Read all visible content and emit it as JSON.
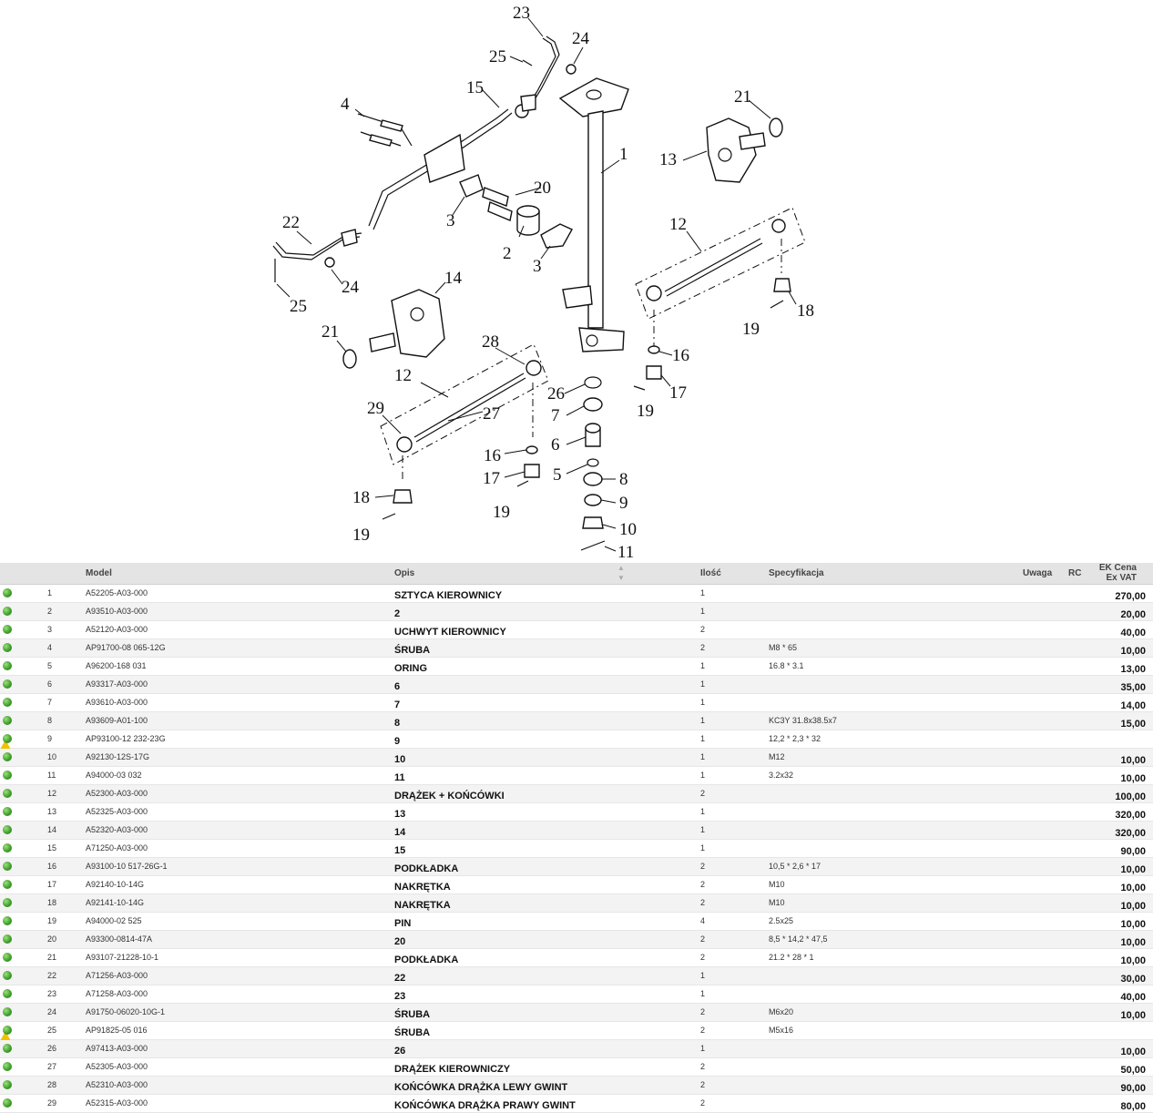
{
  "diagram": {
    "callouts": [
      "1",
      "2",
      "3",
      "3",
      "4",
      "5",
      "6",
      "7",
      "8",
      "9",
      "10",
      "11",
      "12",
      "12",
      "13",
      "14",
      "15",
      "16",
      "16",
      "17",
      "17",
      "18",
      "18",
      "19",
      "19",
      "19",
      "19",
      "20",
      "21",
      "21",
      "22",
      "23",
      "24",
      "24",
      "25",
      "25",
      "26",
      "27",
      "28",
      "29"
    ]
  },
  "table": {
    "headers": {
      "model": "Model",
      "opis": "Opis",
      "ilosc": "Ilość",
      "spec": "Specyfikacja",
      "uwaga": "Uwaga",
      "rc": "RC",
      "price_line1": "EK Cena",
      "price_line2": "Ex VAT"
    },
    "rows": [
      {
        "num": "1",
        "model": "A52205-A03-000",
        "opis": "SZTYCA KIEROWNICY",
        "ilosc": "1",
        "spec": "",
        "price": "270,00"
      },
      {
        "num": "2",
        "model": "A93510-A03-000",
        "opis": "2",
        "ilosc": "1",
        "spec": "",
        "price": "20,00"
      },
      {
        "num": "3",
        "model": "A52120-A03-000",
        "opis": "UCHWYT KIEROWNICY",
        "ilosc": "2",
        "spec": "",
        "price": "40,00"
      },
      {
        "num": "4",
        "model": "AP91700-08 065-12G",
        "opis": "ŚRUBA",
        "ilosc": "2",
        "spec": "M8 * 65",
        "price": "10,00"
      },
      {
        "num": "5",
        "model": "A96200-168 031",
        "opis": "ORING",
        "ilosc": "1",
        "spec": "16.8 * 3.1",
        "price": "13,00"
      },
      {
        "num": "6",
        "model": "A93317-A03-000",
        "opis": "6",
        "ilosc": "1",
        "spec": "",
        "price": "35,00"
      },
      {
        "num": "7",
        "model": "A93610-A03-000",
        "opis": "7",
        "ilosc": "1",
        "spec": "",
        "price": "14,00"
      },
      {
        "num": "8",
        "model": "A93609-A01-100",
        "opis": "8",
        "ilosc": "1",
        "spec": "KC3Y 31.8x38.5x7",
        "price": "15,00"
      },
      {
        "num": "9",
        "model": "AP93100-12 232-23G",
        "opis": "9",
        "ilosc": "1",
        "spec": "12,2 * 2,3 * 32",
        "price": "",
        "warn": true
      },
      {
        "num": "10",
        "model": "A92130-12S-17G",
        "opis": "10",
        "ilosc": "1",
        "spec": "M12",
        "price": "10,00"
      },
      {
        "num": "11",
        "model": "A94000-03 032",
        "opis": "11",
        "ilosc": "1",
        "spec": "3.2x32",
        "price": "10,00"
      },
      {
        "num": "12",
        "model": "A52300-A03-000",
        "opis": "DRĄŻEK + KOŃCÓWKI",
        "ilosc": "2",
        "spec": "",
        "price": "100,00"
      },
      {
        "num": "13",
        "model": "A52325-A03-000",
        "opis": "13",
        "ilosc": "1",
        "spec": "",
        "price": "320,00"
      },
      {
        "num": "14",
        "model": "A52320-A03-000",
        "opis": "14",
        "ilosc": "1",
        "spec": "",
        "price": "320,00"
      },
      {
        "num": "15",
        "model": "A71250-A03-000",
        "opis": "15",
        "ilosc": "1",
        "spec": "",
        "price": "90,00"
      },
      {
        "num": "16",
        "model": "A93100-10 517-26G-1",
        "opis": "PODKŁADKA",
        "ilosc": "2",
        "spec": "10,5 * 2,6 * 17",
        "price": "10,00"
      },
      {
        "num": "17",
        "model": "A92140-10-14G",
        "opis": "NAKRĘTKA",
        "ilosc": "2",
        "spec": "M10",
        "price": "10,00"
      },
      {
        "num": "18",
        "model": "A92141-10-14G",
        "opis": "NAKRĘTKA",
        "ilosc": "2",
        "spec": "M10",
        "price": "10,00"
      },
      {
        "num": "19",
        "model": "A94000-02 525",
        "opis": "PIN",
        "ilosc": "4",
        "spec": "2.5x25",
        "price": "10,00"
      },
      {
        "num": "20",
        "model": "A93300-0814-47A",
        "opis": "20",
        "ilosc": "2",
        "spec": "8,5 * 14,2 * 47,5",
        "price": "10,00"
      },
      {
        "num": "21",
        "model": "A93107-21228-10-1",
        "opis": "PODKŁADKA",
        "ilosc": "2",
        "spec": "21.2 * 28 * 1",
        "price": "10,00"
      },
      {
        "num": "22",
        "model": "A71256-A03-000",
        "opis": "22",
        "ilosc": "1",
        "spec": "",
        "price": "30,00"
      },
      {
        "num": "23",
        "model": "A71258-A03-000",
        "opis": "23",
        "ilosc": "1",
        "spec": "",
        "price": "40,00"
      },
      {
        "num": "24",
        "model": "A91750-06020-10G-1",
        "opis": "ŚRUBA",
        "ilosc": "2",
        "spec": "M6x20",
        "price": "10,00"
      },
      {
        "num": "25",
        "model": "AP91825-05 016",
        "opis": "ŚRUBA",
        "ilosc": "2",
        "spec": "M5x16",
        "price": "",
        "warn": true
      },
      {
        "num": "26",
        "model": "A97413-A03-000",
        "opis": "26",
        "ilosc": "1",
        "spec": "",
        "price": "10,00"
      },
      {
        "num": "27",
        "model": "A52305-A03-000",
        "opis": "DRĄŻEK KIEROWNICZY",
        "ilosc": "2",
        "spec": "",
        "price": "50,00"
      },
      {
        "num": "28",
        "model": "A52310-A03-000",
        "opis": "KOŃCÓWKA DRĄŻKA  LEWY GWINT",
        "ilosc": "2",
        "spec": "",
        "price": "90,00"
      },
      {
        "num": "29",
        "model": "A52315-A03-000",
        "opis": "KOŃCÓWKA DRĄŻKA PRAWY GWINT",
        "ilosc": "2",
        "spec": "",
        "price": "80,00"
      }
    ]
  }
}
